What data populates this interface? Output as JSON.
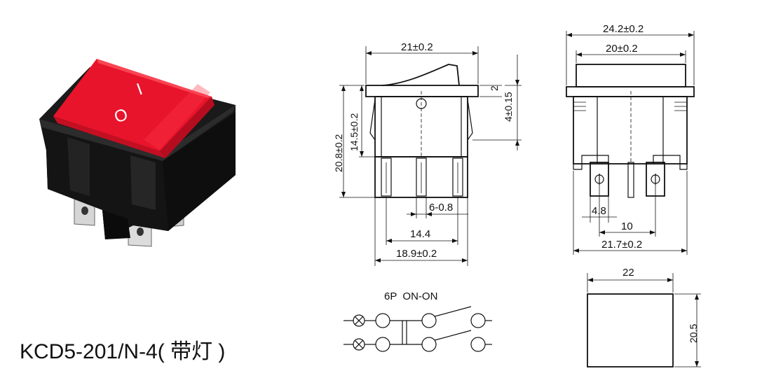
{
  "product": {
    "model_label": "KCD5-201/N-4( 带灯 )",
    "symbol_off": "O",
    "symbol_on": "I"
  },
  "side_view": {
    "dims": {
      "top_width": "21±0.2",
      "cap_height": "2",
      "body_height": "14.5±0.2",
      "total_height": "20.8±0.2",
      "clip_height": "4±0.15",
      "terminal_width": "6-0.8",
      "pitch_outer": "14.4",
      "base_width": "18.9±0.2"
    }
  },
  "front_view": {
    "dims": {
      "frame_width": "24.2±0.2",
      "cap_width": "20±0.2",
      "terminal_width": "4.8",
      "terminal_pitch": "10",
      "base_width": "21.7±0.2"
    }
  },
  "schematic": {
    "label": "6P  ON-ON"
  },
  "panel_cutout": {
    "width": "22",
    "height": "20.5"
  },
  "colors": {
    "rocker": "#e8142b",
    "housing": "#151515",
    "terminal": "#d9d9d9",
    "line": "#111111"
  }
}
